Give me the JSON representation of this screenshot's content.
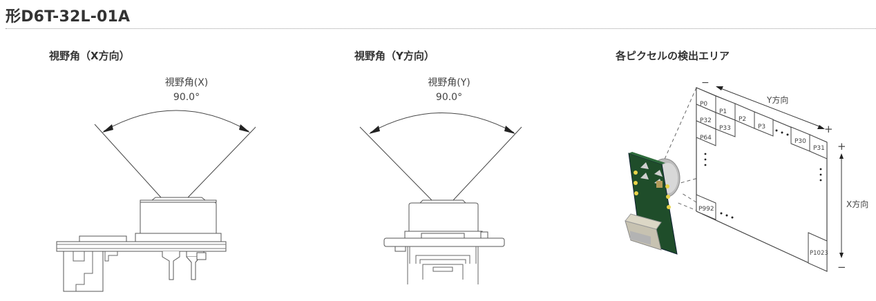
{
  "header": {
    "title": "形D6T-32L-01A"
  },
  "sections": [
    {
      "title": "視野角（X方向）",
      "figure": {
        "angle_label": "視野角(X)",
        "angle_value": "90.0°"
      }
    },
    {
      "title": "視野角（Y方向）",
      "figure": {
        "angle_label": "視野角(Y)",
        "angle_value": "90.0°"
      }
    },
    {
      "title": "各ピクセルの検出エリア",
      "figure": {
        "y_axis_label": "Y方向",
        "x_axis_label": "X方向",
        "minus_sign": "−",
        "plus_sign": "+",
        "ellipsis": "• • •",
        "pixels": {
          "p0": "P0",
          "p1": "P1",
          "p2": "P2",
          "p3": "P3",
          "p30": "P30",
          "p31": "P31",
          "p32": "P32",
          "p33": "P33",
          "p64": "P64",
          "p992": "P992",
          "p1023": "P1023"
        }
      }
    }
  ],
  "colors": {
    "text": "#333333",
    "line": "#555555",
    "pcb_green": "#1f4d2a",
    "pad_gold": "#e8d34a"
  }
}
